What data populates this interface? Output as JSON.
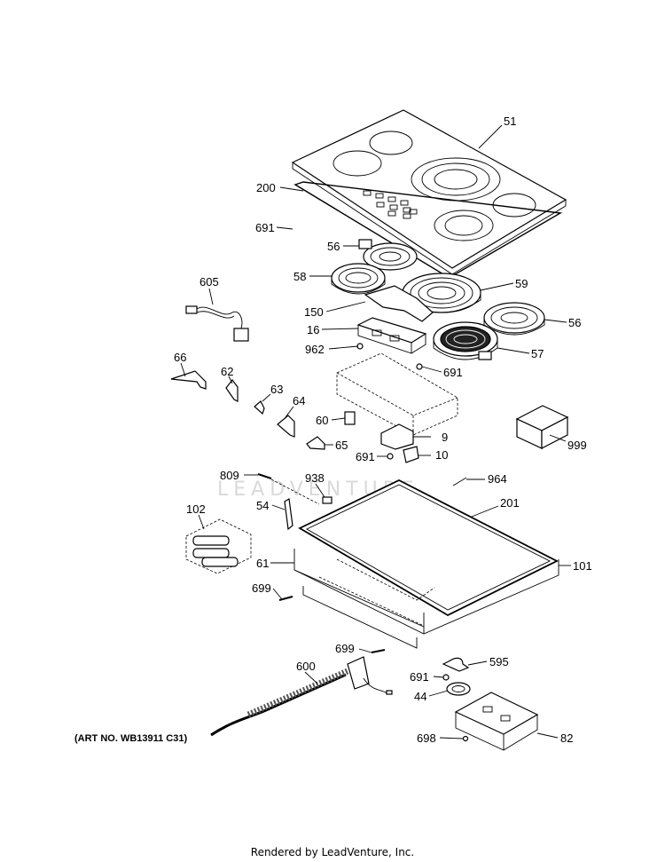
{
  "art_number": "(ART NO. WB13911 C31)",
  "footer": "Rendered by LeadVenture, Inc.",
  "watermark": "LEADVENTURE",
  "callouts": [
    {
      "id": "c51",
      "text": "51"
    },
    {
      "id": "c200",
      "text": "200"
    },
    {
      "id": "c691a",
      "text": "691"
    },
    {
      "id": "c56a",
      "text": "56"
    },
    {
      "id": "c58",
      "text": "58"
    },
    {
      "id": "c59",
      "text": "59"
    },
    {
      "id": "c605",
      "text": "605"
    },
    {
      "id": "c150",
      "text": "150"
    },
    {
      "id": "c56b",
      "text": "56"
    },
    {
      "id": "c16",
      "text": "16"
    },
    {
      "id": "c962",
      "text": "962"
    },
    {
      "id": "c57",
      "text": "57"
    },
    {
      "id": "c66",
      "text": "66"
    },
    {
      "id": "c691b",
      "text": "691"
    },
    {
      "id": "c62",
      "text": "62"
    },
    {
      "id": "c63",
      "text": "63"
    },
    {
      "id": "c64",
      "text": "64"
    },
    {
      "id": "c60",
      "text": "60"
    },
    {
      "id": "c999",
      "text": "999"
    },
    {
      "id": "c9",
      "text": "9"
    },
    {
      "id": "c65",
      "text": "65"
    },
    {
      "id": "c691c",
      "text": "691"
    },
    {
      "id": "c10",
      "text": "10"
    },
    {
      "id": "c809",
      "text": "809"
    },
    {
      "id": "c938",
      "text": "938"
    },
    {
      "id": "c964",
      "text": "964"
    },
    {
      "id": "c102",
      "text": "102"
    },
    {
      "id": "c54",
      "text": "54"
    },
    {
      "id": "c201",
      "text": "201"
    },
    {
      "id": "c61",
      "text": "61"
    },
    {
      "id": "c101",
      "text": "101"
    },
    {
      "id": "c699a",
      "text": "699"
    },
    {
      "id": "c699b",
      "text": "699"
    },
    {
      "id": "c600",
      "text": "600"
    },
    {
      "id": "c595",
      "text": "595"
    },
    {
      "id": "c691d",
      "text": "691"
    },
    {
      "id": "c44",
      "text": "44"
    },
    {
      "id": "c698",
      "text": "698"
    },
    {
      "id": "c82",
      "text": "82"
    }
  ]
}
